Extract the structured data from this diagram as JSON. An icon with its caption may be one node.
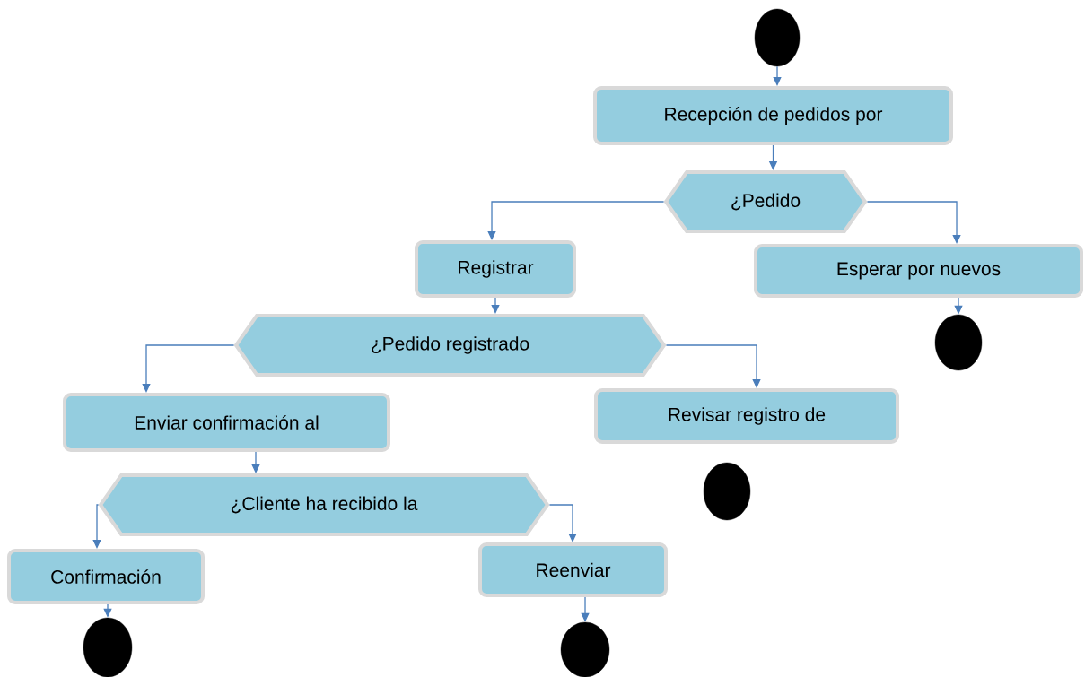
{
  "diagram": {
    "nodes": [
      {
        "text": [],
        "shape": "circle"
      },
      {
        "text": [
          "Recepción de pedidos por"
        ]
      },
      {
        "text": [
          "¿Pedido"
        ]
      },
      {
        "text": [
          "Registrar"
        ]
      },
      {
        "text": [
          "Esperar por nuevos"
        ]
      },
      {
        "text": [],
        "shape": "circle"
      },
      {
        "text": [
          "¿Pedido registrado"
        ]
      },
      {
        "text": [
          "Enviar confirmación al"
        ]
      },
      {
        "text": [
          "Revisar registro de"
        ]
      },
      {
        "text": [],
        "shape": "circle"
      },
      {
        "text": [
          "¿Cliente ha recibido la"
        ]
      },
      {
        "text": [
          "Confirmación"
        ]
      },
      {
        "text": [
          "Reenviar"
        ]
      },
      {
        "text": [],
        "shape": "circle"
      },
      {
        "text": [],
        "shape": "circle"
      }
    ],
    "edges": [
      {
        "from": 0,
        "to": 1,
        "arrow": "to"
      },
      {
        "from": 1,
        "to": 2,
        "arrow": "to"
      },
      {
        "from": 2,
        "to": 3,
        "arrow": "to"
      },
      {
        "from": 2,
        "to": 4,
        "arrow": "to"
      },
      {
        "from": 3,
        "to": 6,
        "arrow": "to"
      },
      {
        "from": 4,
        "to": 5,
        "arrow": "to"
      },
      {
        "from": 6,
        "to": 7,
        "arrow": "to"
      },
      {
        "from": 6,
        "to": 8,
        "arrow": "to"
      },
      {
        "from": 7,
        "to": 10,
        "arrow": "to"
      },
      {
        "from": 10,
        "to": 11,
        "arrow": "to"
      },
      {
        "from": 10,
        "to": 12,
        "arrow": "to"
      },
      {
        "from": 11,
        "to": 13,
        "arrow": "to"
      },
      {
        "from": 12,
        "to": 14,
        "arrow": "to"
      }
    ]
  }
}
